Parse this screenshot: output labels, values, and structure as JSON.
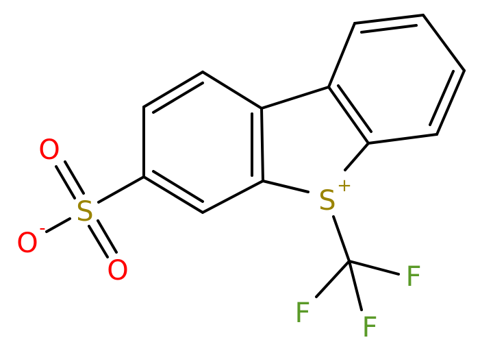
{
  "molecule": {
    "atoms": {
      "s_ring": {
        "symbol": "S",
        "charge": "+",
        "color": "#9a8400"
      },
      "s_sulfonate": {
        "symbol": "S",
        "color": "#9a8400"
      },
      "o_top": {
        "symbol": "O",
        "color": "#ff0000"
      },
      "o_bottom": {
        "symbol": "O",
        "color": "#ff0000"
      },
      "o_minus": {
        "symbol": "O",
        "charge": "-",
        "color": "#ff0000"
      },
      "f_right": {
        "symbol": "F",
        "color": "#5a9a28"
      },
      "f_left": {
        "symbol": "F",
        "color": "#5a9a28"
      },
      "f_bottom": {
        "symbol": "F",
        "color": "#5a9a28"
      }
    }
  }
}
